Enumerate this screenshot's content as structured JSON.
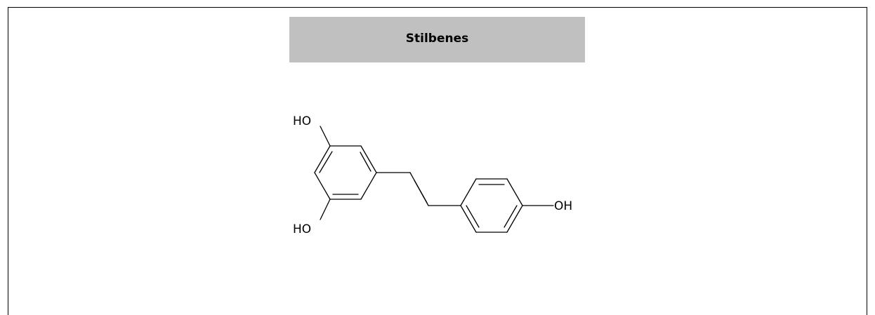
{
  "header": {
    "title": "Stilbenes"
  },
  "structure": {
    "labels": {
      "oh_top": "HO",
      "oh_bottom": "HO",
      "oh_right": "OH"
    }
  },
  "colors": {
    "header_background": "#c0c0c0",
    "frame": "#000000",
    "bond": "#000000"
  }
}
